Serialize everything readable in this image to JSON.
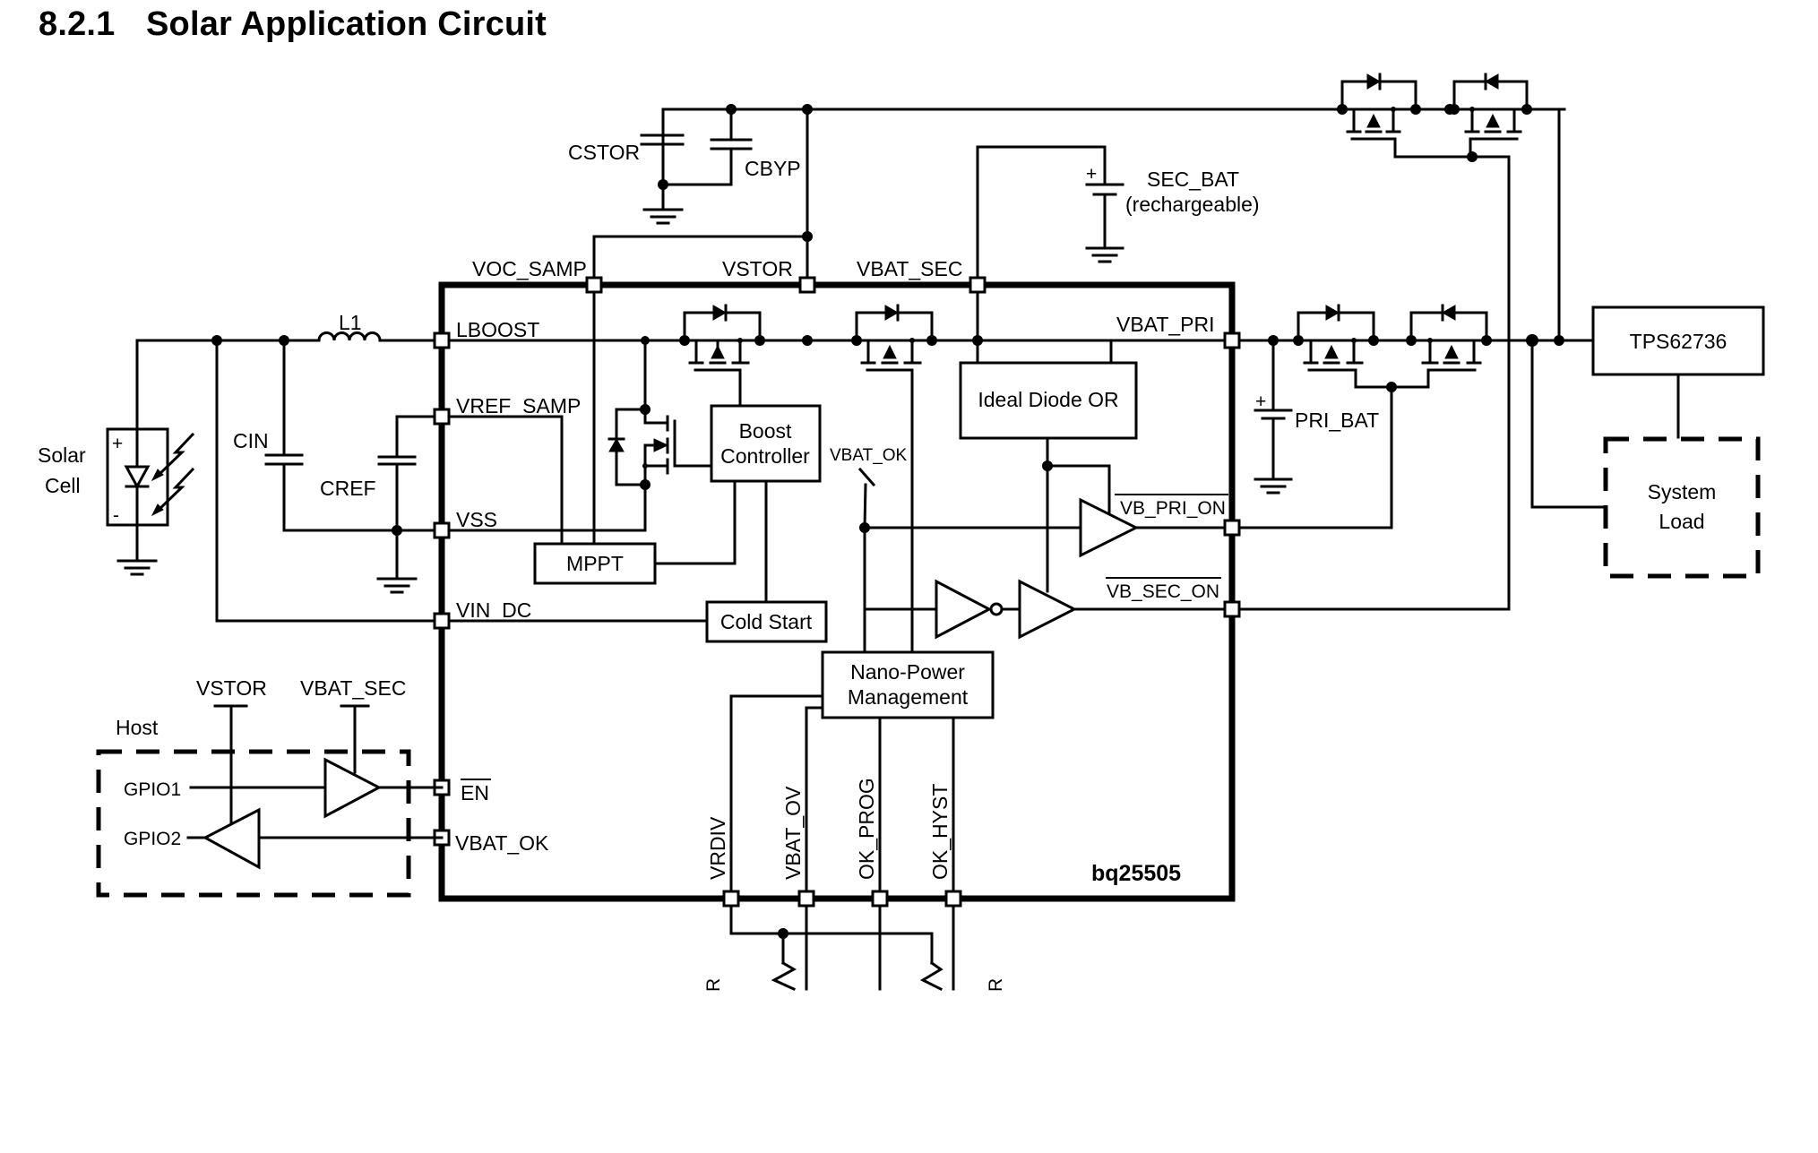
{
  "section": {
    "number": "8.2.1",
    "title": "Solar Application Circuit"
  },
  "ic": {
    "part_number": "bq25505",
    "pins_left": {
      "lboost": "LBOOST",
      "vref_samp": "VREF_SAMP",
      "vss": "VSS",
      "vin_dc": "VIN_DC",
      "en": "EN",
      "vbat_ok": "VBAT_OK"
    },
    "pins_top": {
      "voc_samp": "VOC_SAMP",
      "vstor": "VSTOR",
      "vbat_sec": "VBAT_SEC"
    },
    "pins_right": {
      "vbat_pri": "VBAT_PRI",
      "vb_pri_on": "VB_PRI_ON",
      "vb_sec_on": "VB_SEC_ON"
    },
    "pins_bottom": {
      "vrdiv": "VRDIV",
      "vbat_ov": "VBAT_OV",
      "ok_prog": "OK_PROG",
      "ok_hyst": "OK_HYST"
    },
    "blocks": {
      "boost_controller_line1": "Boost",
      "boost_controller_line2": "Controller",
      "mppt": "MPPT",
      "cold_start": "Cold Start",
      "ideal_diode_or": "Ideal Diode OR",
      "nano_power_line1": "Nano-Power",
      "nano_power_line2": "Management",
      "vbat_ok_internal": "VBAT_OK"
    }
  },
  "components": {
    "solar_cell_line1": "Solar",
    "solar_cell_line2": "Cell",
    "solar_plus": "+",
    "solar_minus": "-",
    "l1": "L1",
    "cin": "CIN",
    "cref": "CREF",
    "cstor": "CSTOR",
    "cbyp": "CBYP",
    "sec_bat": "SEC_BAT",
    "sec_bat_note": "(rechargeable)",
    "sec_bat_plus": "+",
    "pri_bat": "PRI_BAT",
    "pri_bat_plus": "+",
    "tps": "TPS62736",
    "system_load_line1": "System",
    "system_load_line2": "Load"
  },
  "host": {
    "label": "Host",
    "gpio1": "GPIO1",
    "gpio2": "GPIO2",
    "supply_vstor": "VSTOR",
    "supply_vbat_sec": "VBAT_SEC"
  },
  "cutoff_labels": {
    "left_r": "R",
    "right_r": "R"
  }
}
